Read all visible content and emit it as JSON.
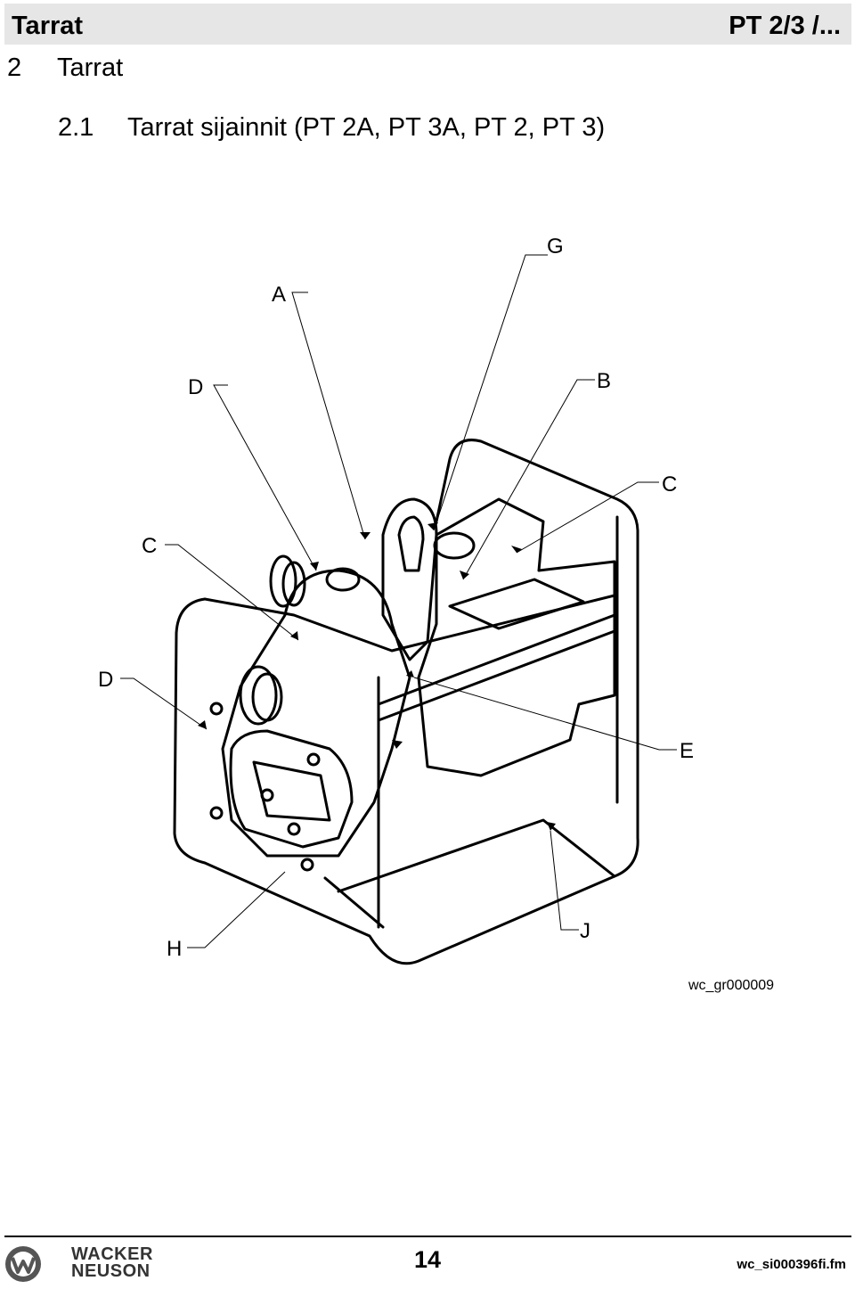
{
  "header": {
    "title": "Tarrat",
    "reference": "PT 2/3 /..."
  },
  "section": {
    "number": "2",
    "title": "Tarrat"
  },
  "subsection": {
    "number": "2.1",
    "title": "Tarrat sijainnit (PT 2A, PT 3A, PT 2, PT 3)"
  },
  "figure": {
    "callouts": {
      "G": "G",
      "A": "A",
      "D_top": "D",
      "B": "B",
      "C_right": "C",
      "C_left": "C",
      "D_left": "D",
      "E": "E",
      "H": "H",
      "J": "J"
    },
    "figure_id": "wc_gr000009"
  },
  "footer": {
    "page_number": "14",
    "file_name": "wc_si000396fi.fm",
    "logo_line1": "WACKER",
    "logo_line2": "NEUSON"
  }
}
